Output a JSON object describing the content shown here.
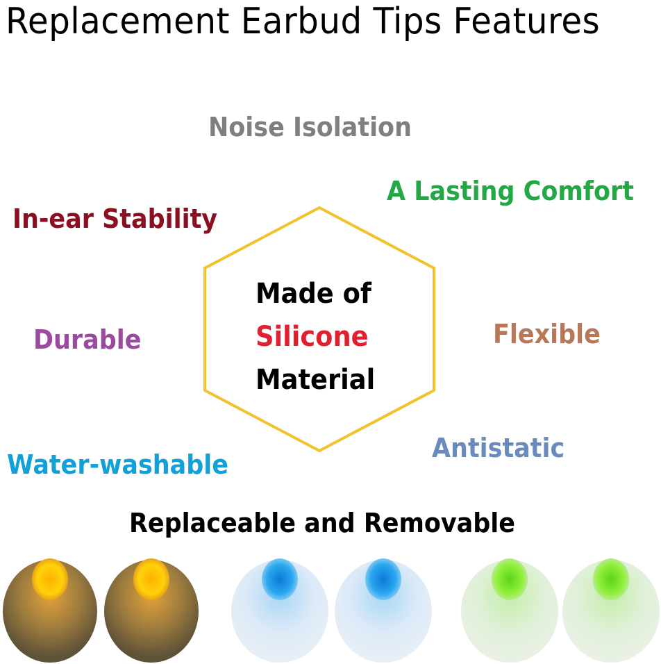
{
  "title": "Replacement Earbud Tips Features",
  "center": {
    "line1": "Made of",
    "line2": "Silicone",
    "line3": "Material",
    "highlight_color": "#e0202e",
    "hexagon_color": "#f2c12e"
  },
  "features": [
    {
      "label": "Noise Isolation",
      "color": "#7f7f7f"
    },
    {
      "label": "A Lasting Comfort",
      "color": "#22a845"
    },
    {
      "label": "In-ear Stability",
      "color": "#8b0f20"
    },
    {
      "label": "Durable",
      "color": "#9b4a9f"
    },
    {
      "label": "Flexible",
      "color": "#b87756"
    },
    {
      "label": "Water-washable",
      "color": "#12a0d8"
    },
    {
      "label": "Antistatic",
      "color": "#6a8cbc"
    }
  ],
  "subtitle": "Replaceable and Removable",
  "tips": [
    {
      "name": "black-orange",
      "body": "#6b5a3a",
      "core": "#ffc20a"
    },
    {
      "name": "black-orange",
      "body": "#6b5a3a",
      "core": "#ffc20a"
    },
    {
      "name": "clear-blue",
      "body": "#d6e6f5",
      "core": "#1f9be8"
    },
    {
      "name": "clear-blue",
      "body": "#d6e6f5",
      "core": "#1f9be8"
    },
    {
      "name": "clear-green",
      "body": "#dff0d8",
      "core": "#7be02a"
    },
    {
      "name": "clear-green",
      "body": "#dff0d8",
      "core": "#7be02a"
    }
  ]
}
